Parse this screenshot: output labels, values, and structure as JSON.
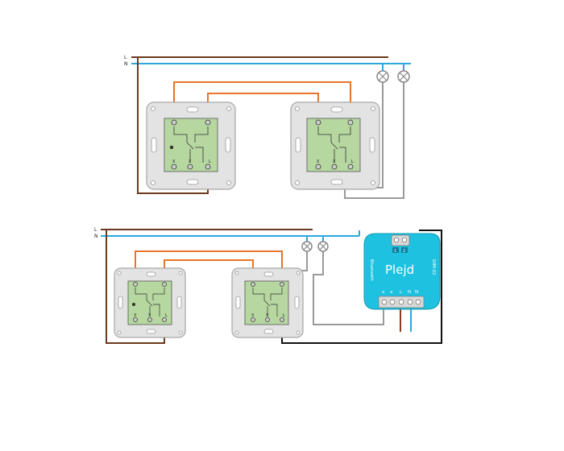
{
  "bus_labels": {
    "line": "L",
    "neutral": "N"
  },
  "switch_terminals": {
    "left": "X",
    "mid": "X",
    "right": "L"
  },
  "device": {
    "brand": "Plejd",
    "model": "DIM-02",
    "bluetooth": "Bluetooth",
    "terminal_numbers": [
      "1",
      "2"
    ],
    "bottom_terminals": [
      "⚹",
      "⚹",
      "L",
      "N",
      "N"
    ]
  },
  "colors": {
    "line_wire": "#6b3a1e",
    "neutral_wire": "#29a8e0",
    "traveller_wire": "#e8742a",
    "lamp_wire": "#9a9a9a",
    "switched_wire": "#111111",
    "switch_plate": "#e3e3e3",
    "switch_module": "#b6d7a0",
    "device_body": "#1ec2e0"
  }
}
